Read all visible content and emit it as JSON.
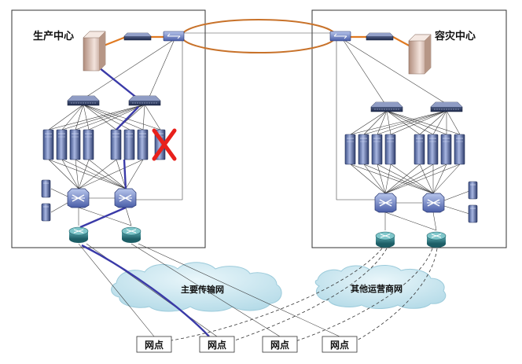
{
  "sites": {
    "production": {
      "label": "生产中心"
    },
    "disaster": {
      "label": "容灾中心"
    }
  },
  "clouds": {
    "main": {
      "label": "主要传输网"
    },
    "other": {
      "label": "其他运营商网"
    }
  },
  "nodes": [
    {
      "label": "网点"
    },
    {
      "label": "网点"
    },
    {
      "label": "网点"
    },
    {
      "label": "网点"
    }
  ],
  "colors": {
    "ring": "#c8722a",
    "uplink": "#e07a22",
    "active_path": "#3a3aa8",
    "failure_mark": "#e8201b",
    "cloud": "#c4e3ee",
    "router": "#2f7e86"
  }
}
